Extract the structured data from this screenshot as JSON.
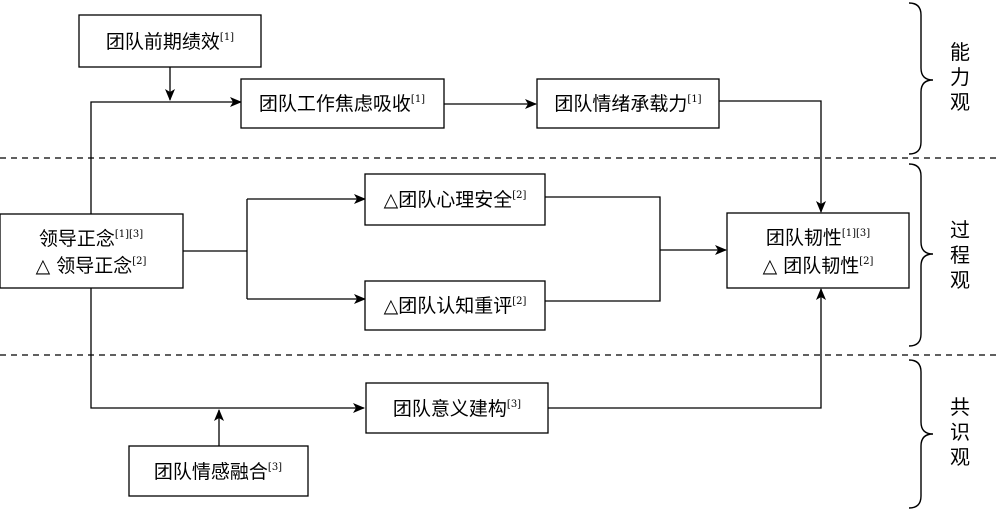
{
  "nodes": {
    "prior_performance": {
      "label": "团队前期绩效",
      "sup": "[1]"
    },
    "work_anxiety": {
      "label": "团队工作焦虑吸收",
      "sup": "[1]"
    },
    "emotional_capacity": {
      "label": "团队情绪承载力",
      "sup": "[1]"
    },
    "leadership": {
      "line1": {
        "label": "领导正念",
        "sup": "[1][3]"
      },
      "line2": {
        "label": "△ 领导正念",
        "sup": "[2]"
      }
    },
    "psych_safety": {
      "label": "△团队心理安全",
      "sup": "[2]"
    },
    "cognitive_reappraisal": {
      "label": "△团队认知重评",
      "sup": "[2]"
    },
    "resilience": {
      "line1": {
        "label": "团队韧性",
        "sup": "[1][3]"
      },
      "line2": {
        "label": "△ 团队韧性",
        "sup": "[2]"
      }
    },
    "sensemaking": {
      "label": "团队意义建构",
      "sup": "[3]"
    },
    "emotion_fusion": {
      "label": "团队情感融合",
      "sup": "[3]"
    }
  },
  "perspectives": {
    "capability": [
      "能",
      "力",
      "观"
    ],
    "process": [
      "过",
      "程",
      "观"
    ],
    "consensus": [
      "共",
      "识",
      "观"
    ]
  }
}
